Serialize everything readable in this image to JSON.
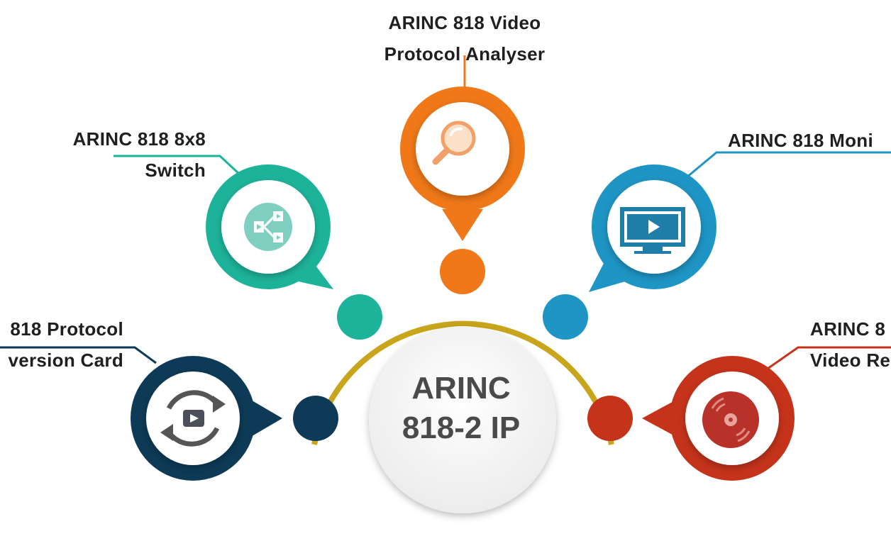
{
  "center": {
    "line1": "ARINC",
    "line2": "818-2 IP"
  },
  "nodes": {
    "analyser": {
      "line1": "ARINC 818 Video",
      "line2": "Protocol  Analyser",
      "color": "#f07818",
      "icon": "magnifier-icon"
    },
    "switch": {
      "line1": "ARINC 818 8x8",
      "line2": "Switch",
      "color": "#1db39a",
      "icon": "switch-icon"
    },
    "monitor": {
      "line1": "ARINC 818 Moni",
      "color": "#1e95c5",
      "icon": "monitor-icon"
    },
    "conversion": {
      "line1": "818 Protocol",
      "line2": "version Card",
      "color": "#0d3a56",
      "icon": "conversion-icon"
    },
    "recorder": {
      "line1": "ARINC 8",
      "line2": "Video Re",
      "color": "#c5331b",
      "icon": "disc-icon"
    }
  },
  "colors": {
    "arc": "#c9a51c"
  }
}
